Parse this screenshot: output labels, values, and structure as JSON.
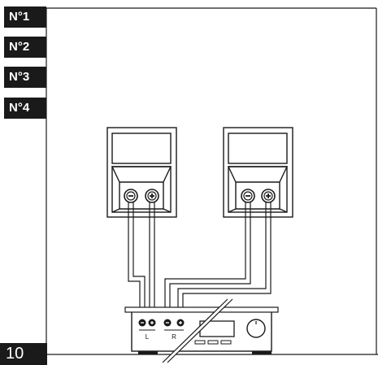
{
  "tabs": [
    {
      "label": "N°1"
    },
    {
      "label": "N°2"
    },
    {
      "label": "N°3"
    },
    {
      "label": "N°4"
    }
  ],
  "page_number": "10",
  "speaker_terminals": {
    "minus": "−",
    "plus": "+"
  },
  "amplifier": {
    "left_label": "L",
    "right_label": "R",
    "minus": "−",
    "plus": "+"
  }
}
